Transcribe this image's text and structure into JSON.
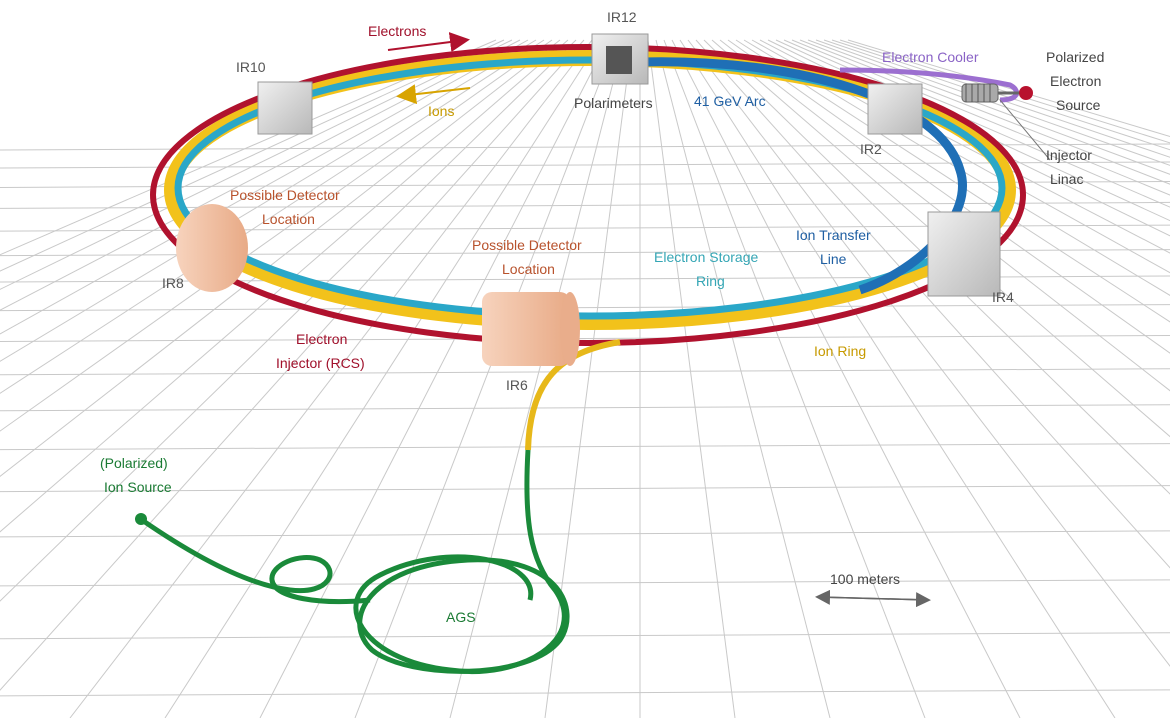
{
  "labels": {
    "electrons": "Electrons",
    "ions": "Ions",
    "ir12": "IR12",
    "ir10": "IR10",
    "ir2": "IR2",
    "ir4": "IR4",
    "ir6": "IR6",
    "ir8": "IR8",
    "polarimeters": "Polarimeters",
    "arc": "41 GeV Arc",
    "electron_cooler": "Electron Cooler",
    "polarized_source_1": "Polarized",
    "polarized_source_2": "Electron",
    "polarized_source_3": "Source",
    "injector_linac_1": "Injector",
    "injector_linac_2": "Linac",
    "detector_left_1": "Possible Detector",
    "detector_left_2": "Location",
    "detector_center_1": "Possible Detector",
    "detector_center_2": "Location",
    "storage_ring_1": "Electron Storage",
    "storage_ring_2": "Ring",
    "transfer_line_1": "Ion Transfer",
    "transfer_line_2": "Line",
    "injector_rcs_1": "Electron",
    "injector_rcs_2": "Injector (RCS)",
    "ion_ring": "Ion Ring",
    "ion_source_1": "(Polarized)",
    "ion_source_2": "Ion Source",
    "ags": "AGS",
    "scale": "100 meters"
  },
  "colors": {
    "electron_ring": "#b0122e",
    "ion_ring": "#f2c21b",
    "storage_ring": "#2aa7c8",
    "transfer_line": "#1f6fb6",
    "ion_source_line": "#1a8a3a",
    "cooler": "#9c6fd0",
    "detector": "#f5c2a4",
    "ir_box": "#d9d9d9",
    "grid": "#c7c7c7",
    "label_red": "#a0102b",
    "label_orange": "#b8522c",
    "label_yellow": "#c79a00",
    "label_teal": "#35a6b5",
    "label_blue": "#1f5fa3",
    "label_purple": "#8a63c6",
    "label_gray": "#555555",
    "label_green": "#1a7a33"
  }
}
